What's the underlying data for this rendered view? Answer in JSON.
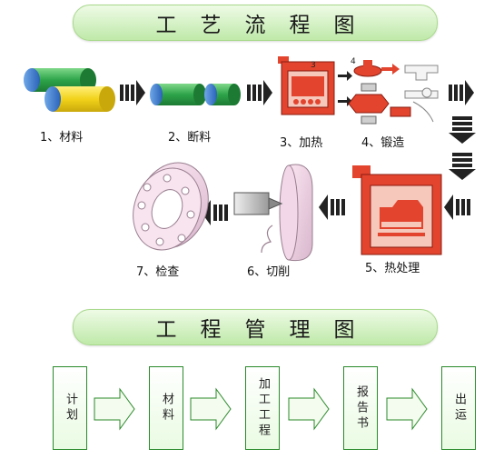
{
  "top_title": "工艺流程图",
  "steps": [
    {
      "label": "1、材料"
    },
    {
      "label": "2、断料"
    },
    {
      "label": "3、加热"
    },
    {
      "label": "4、锻造"
    },
    {
      "label": "5、热处理"
    },
    {
      "label": "6、切削"
    },
    {
      "label": "7、检查"
    }
  ],
  "furnace_number": "3",
  "forge_number": "4",
  "bottom_title": "工程管理图",
  "mgmt": [
    {
      "label": "计划"
    },
    {
      "label": "材料"
    },
    {
      "label": "加工工程"
    },
    {
      "label": "报告书"
    },
    {
      "label": "出运"
    }
  ],
  "colors": {
    "banner_green": "#bfe9a9",
    "material_green": "#2ea44a",
    "material_yellow": "#f2d21a",
    "furnace_red": "#e2442e",
    "box_border": "#2a8a2a"
  }
}
